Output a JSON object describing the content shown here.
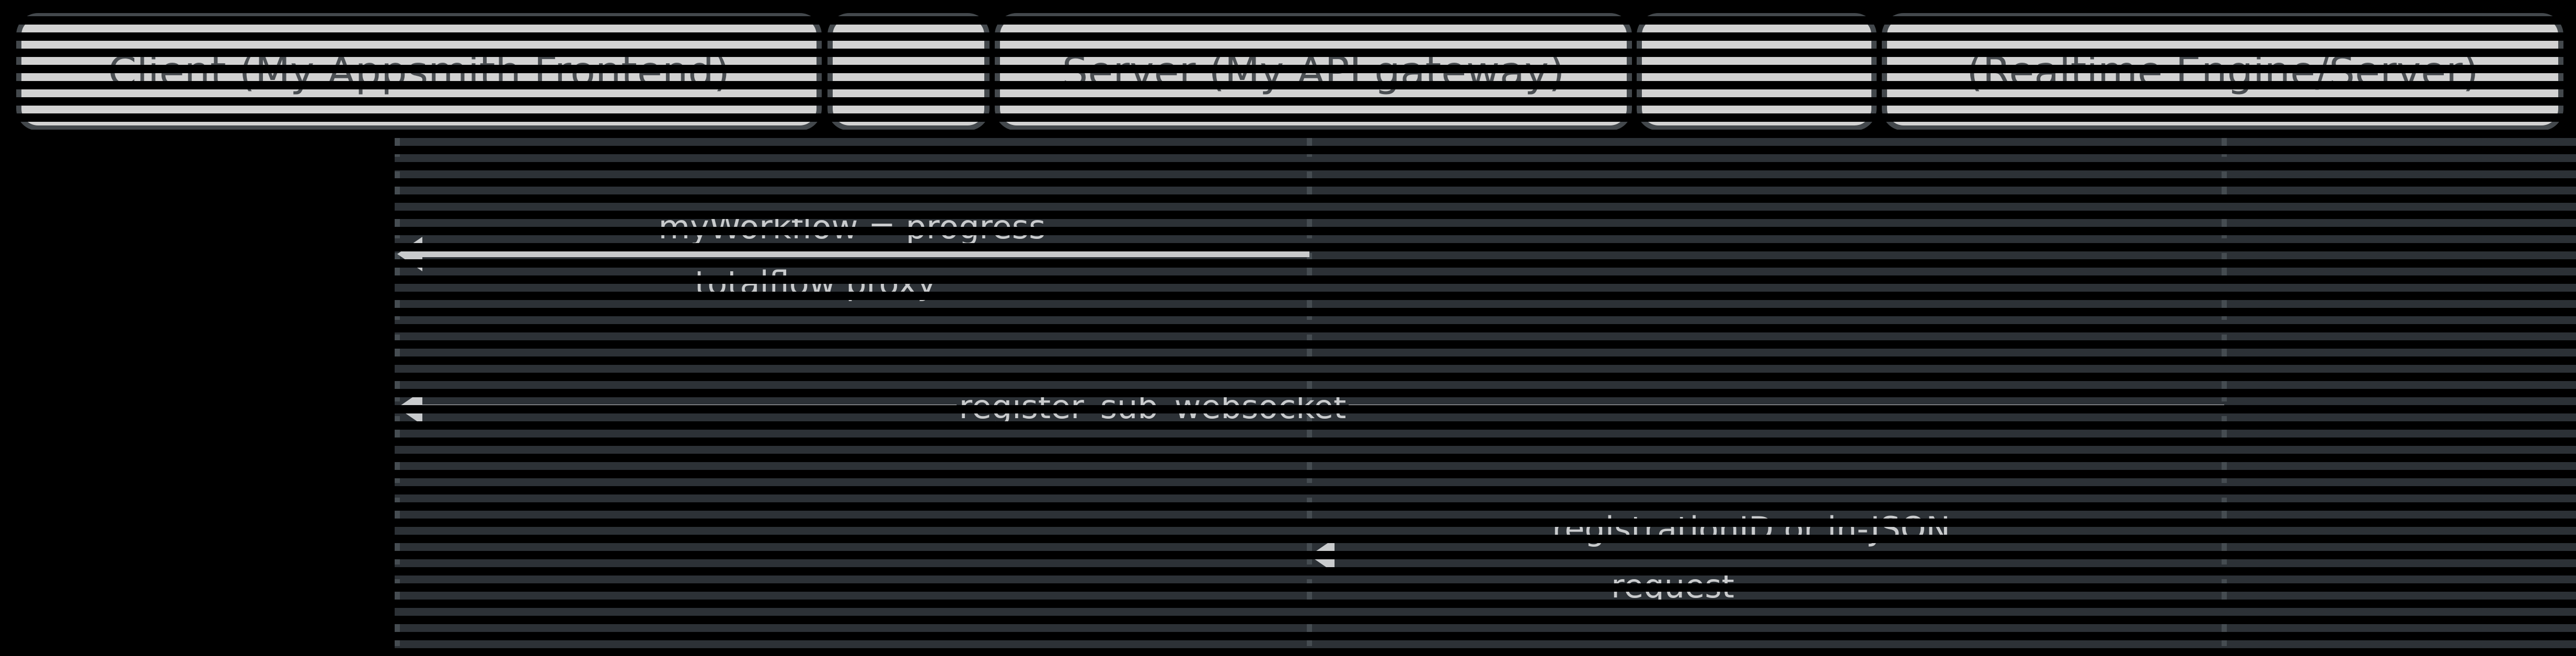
{
  "diagram": {
    "type": "sequence-diagram",
    "participants": [
      {
        "id": "client-frontend",
        "label": "Client (My Appsmith Frontend)"
      },
      {
        "id": "spacer-1",
        "label": ""
      },
      {
        "id": "server-gateway",
        "label": "Server (My API gateway)"
      },
      {
        "id": "spacer-2",
        "label": ""
      },
      {
        "id": "realtime-engine",
        "label": "(Realtime Engine/Server)"
      }
    ],
    "messages": [
      {
        "from": "server-gateway",
        "to": "client-frontend",
        "direction": "left",
        "label_lines": [
          "myWorkflow = progress",
          "totalflow proxy"
        ]
      },
      {
        "from": "realtime-engine",
        "to": "client-frontend",
        "direction": "left",
        "label_lines": [
          "register_sub_websocket"
        ]
      },
      {
        "from": "realtime-engine",
        "to": "server-gateway",
        "direction": "left",
        "label_lines": [
          "registrationID or in-JSON",
          "request"
        ]
      }
    ]
  },
  "colors": {
    "background": "#000000",
    "panel_band": "#2c3136",
    "box_fill": "#d2d2d2",
    "box_border": "#43484c",
    "box_text": "#4a4e52",
    "arrow": "#c9cbcd",
    "message_text": "#c9cbcd",
    "lifeline": "#454c51",
    "scanline": "#000000"
  }
}
